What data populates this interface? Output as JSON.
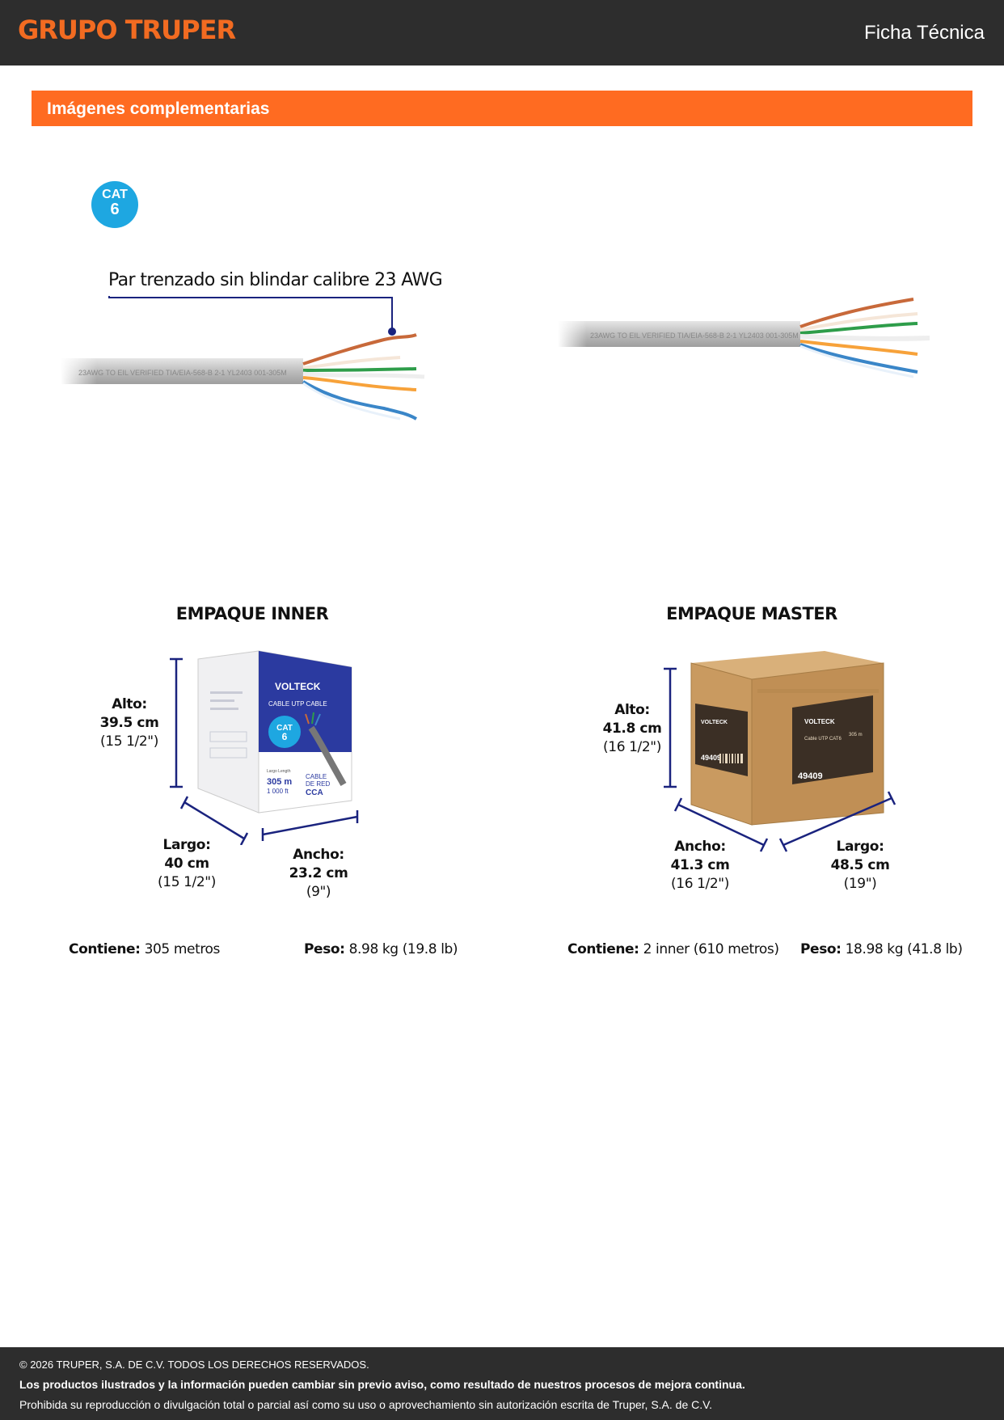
{
  "header": {
    "brand": "GRUPO TRUPER",
    "doc_type": "Ficha Técnica"
  },
  "section": {
    "title": "Imágenes complementarias"
  },
  "badge": {
    "line1": "CAT",
    "line2": "6"
  },
  "cable": {
    "callout": "Par trenzado sin blindar calibre 23 AWG",
    "print_left": "23AWG  TO EIL VERIFIED TIA/EIA-568-B 2-1  YL2403  001-305M",
    "print_right": "23AWG  TO EIL VERIFIED TIA/EIA-568-B 2-1  YL2403  001-305M"
  },
  "inner": {
    "title": "EMPAQUE INNER",
    "alto": {
      "label": "Alto:",
      "value": "39.5 cm",
      "alt": "(15 1/2\")"
    },
    "largo": {
      "label": "Largo:",
      "value": "40 cm",
      "alt": "(15 1/2\")"
    },
    "ancho": {
      "label": "Ancho:",
      "value": "23.2 cm",
      "alt": "(9\")"
    },
    "contiene_label": "Contiene:",
    "contiene_value": "305 metros",
    "peso_label": "Peso:",
    "peso_value": "8.98 kg (19.8 lb)",
    "box": {
      "brand": "VOLTECK",
      "line": "CABLE UTP CABLE",
      "cat1": "CAT",
      "cat2": "6",
      "length_label": "Largo Length",
      "length_m": "305 m",
      "length_ft": "1 000 ft",
      "desc1": "CABLE",
      "desc2": "DE RED",
      "desc3": "CCA"
    }
  },
  "master": {
    "title": "EMPAQUE MASTER",
    "alto": {
      "label": "Alto:",
      "value": "41.8 cm",
      "alt": "(16 1/2\")"
    },
    "ancho": {
      "label": "Ancho:",
      "value": "41.3 cm",
      "alt": "(16 1/2\")"
    },
    "largo": {
      "label": "Largo:",
      "value": "48.5 cm",
      "alt": "(19\")"
    },
    "contiene_label": "Contiene:",
    "contiene_value": "2 inner (610 metros)",
    "peso_label": "Peso:",
    "peso_value": "18.98 kg (41.8 lb)",
    "box": {
      "brand": "VOLTECK",
      "code": "49409",
      "label1": "Cable UTP CAT6",
      "qty": "305 m"
    }
  },
  "footer": {
    "copyright": "© 2026 TRUPER, S.A. DE C.V. TODOS LOS DERECHOS RESERVADOS.",
    "notice": "Los productos ilustrados y la información pueden cambiar sin previo aviso, como resultado de nuestros procesos de mejora continua.",
    "prohibition": "Prohibida su reproducción o divulgación total o parcial así como su uso o aprovechamiento sin autorización escrita de Truper, S.A. de C.V."
  },
  "colors": {
    "brand_orange": "#ff6b21",
    "header_dark": "#2d2d2d",
    "cat_blue": "#1ea7e1",
    "dim_navy": "#1a237e"
  }
}
